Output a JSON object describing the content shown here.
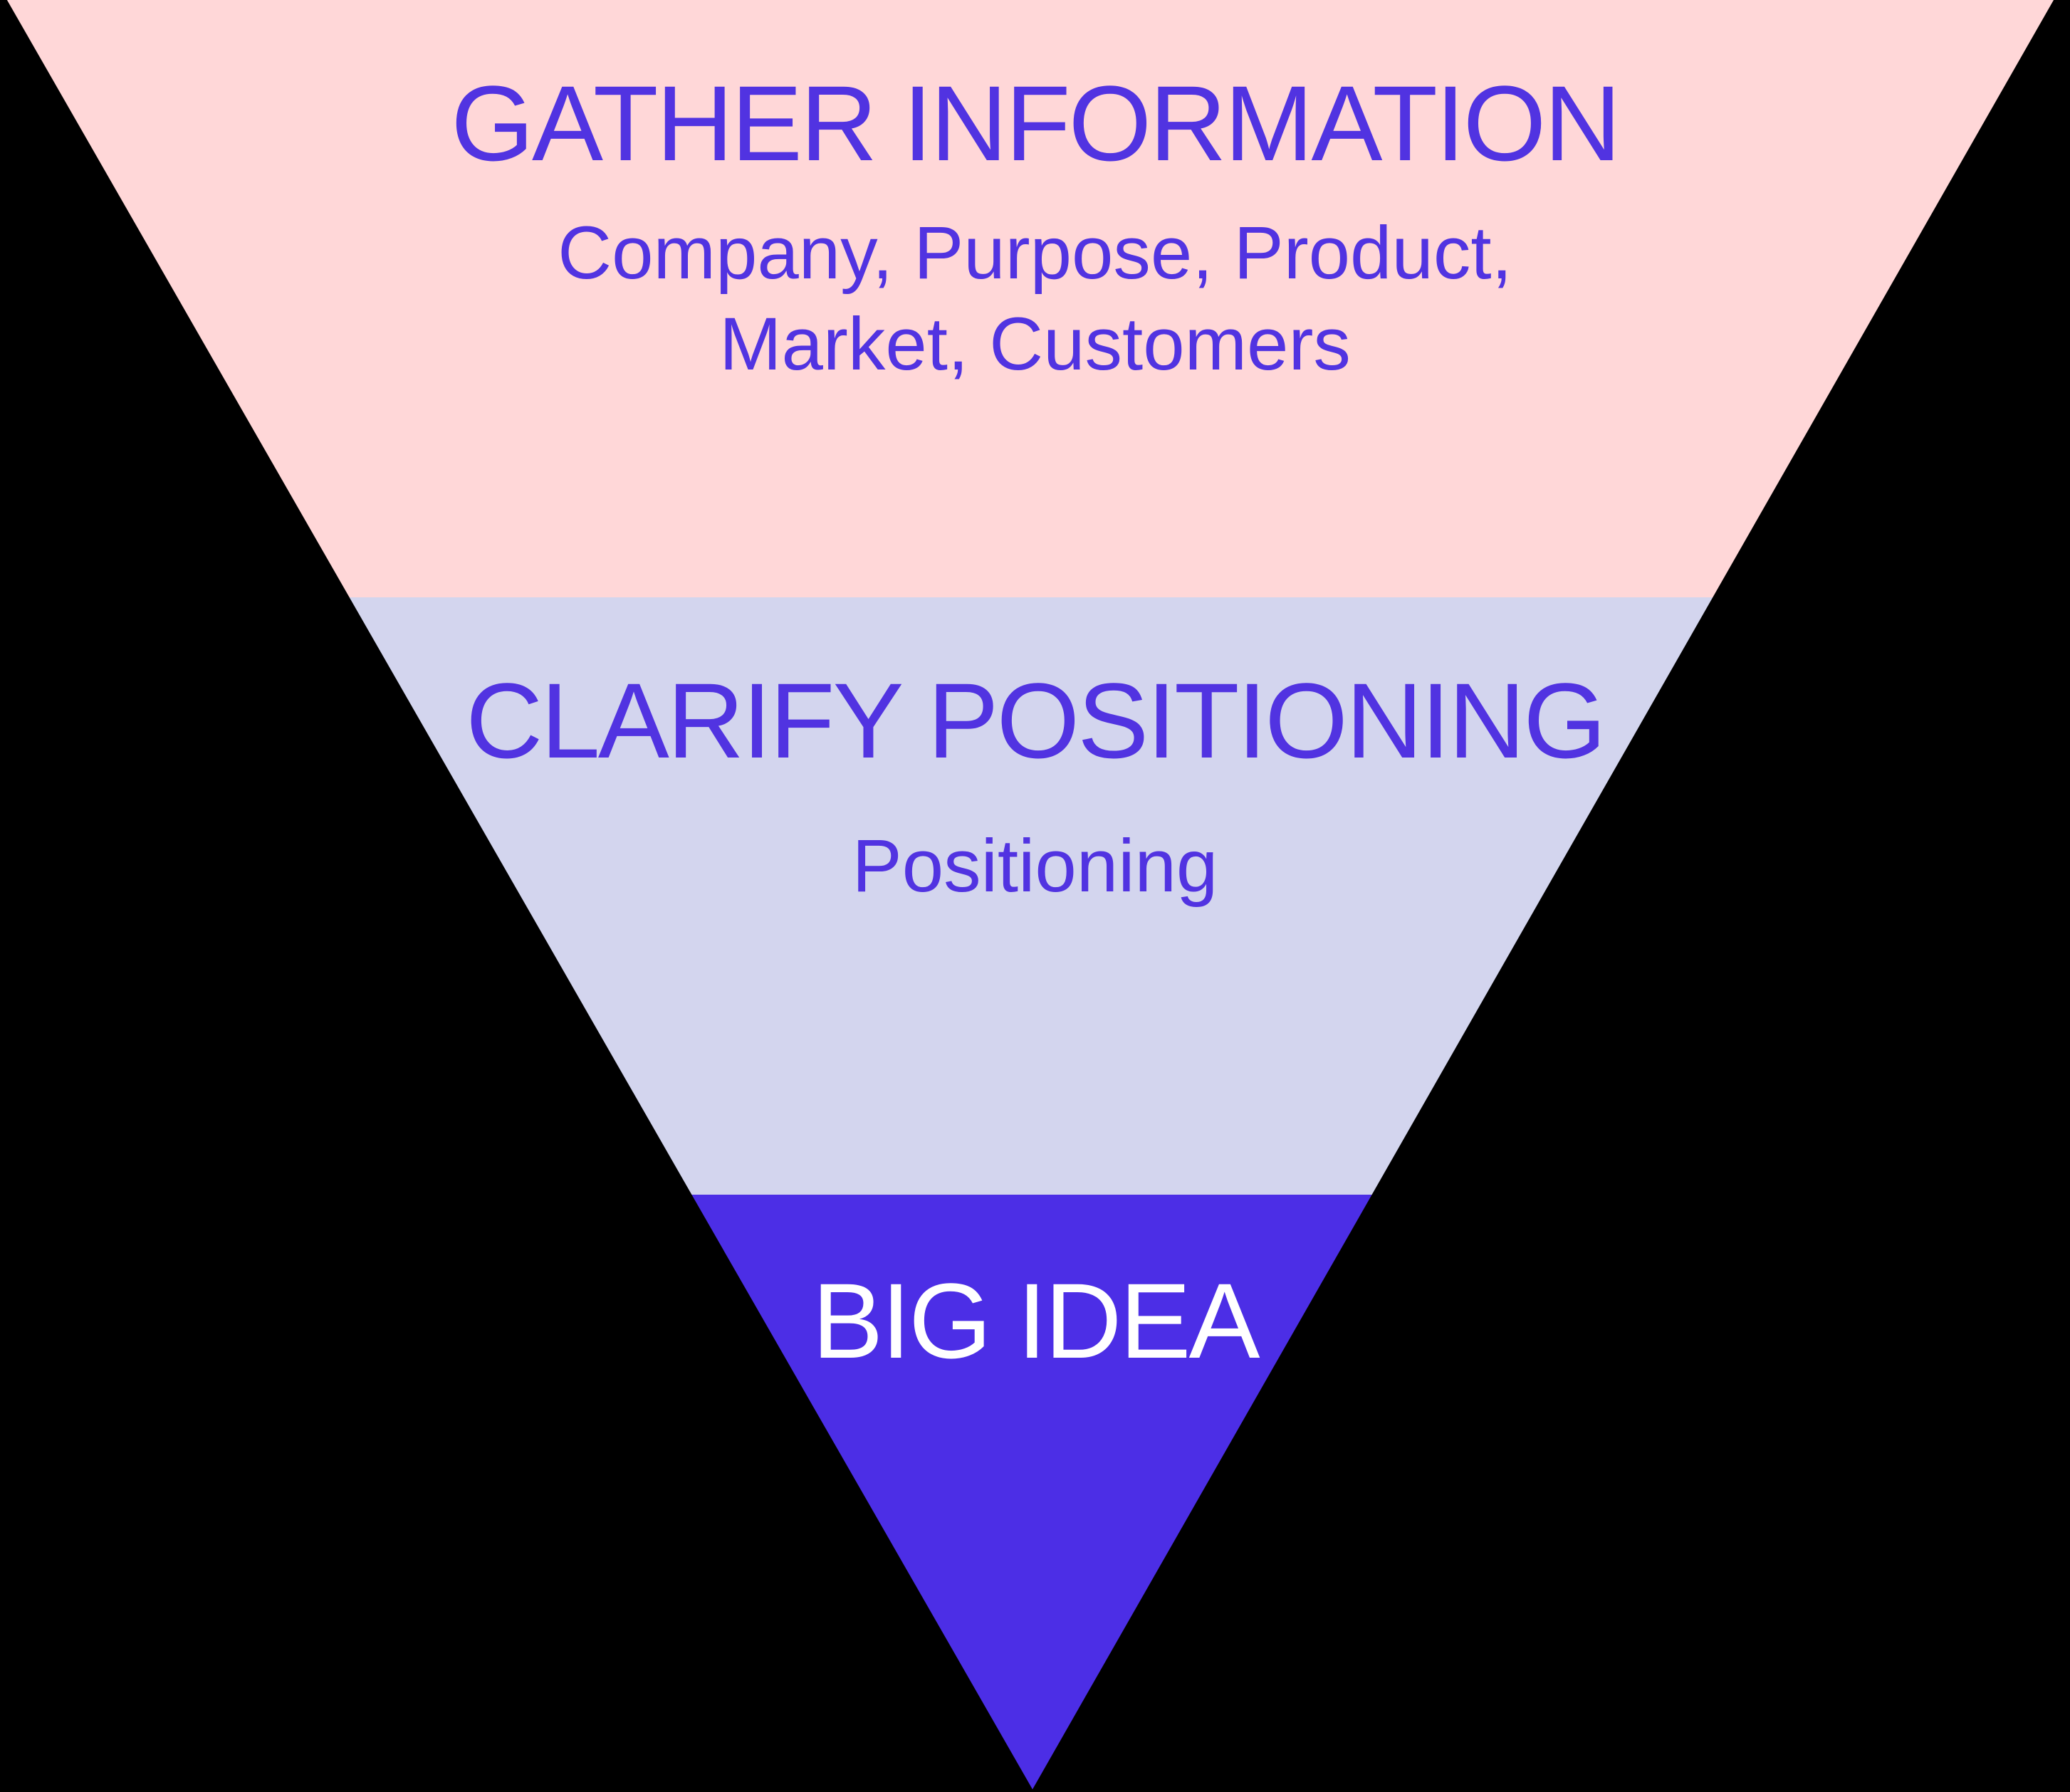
{
  "diagram": {
    "background_color": "#000000",
    "shape": "inverted-pyramid-funnel",
    "funnel": {
      "sections": [
        {
          "id": "gather-information",
          "title": "GATHER INFORMATION",
          "subtitle_line1": "Company, Purpose, Product,",
          "subtitle_line2": "Market, Customers",
          "background_color": "#FFD7D8",
          "text_color": "#5133E1"
        },
        {
          "id": "clarify-positioning",
          "title": "CLARIFY POSITIONING",
          "subtitle_line1": "Positioning",
          "background_color": "#D3D5EE",
          "text_color": "#5133E1"
        },
        {
          "id": "big-idea",
          "title": "BIG IDEA",
          "background_color": "#4C2EE6",
          "text_color": "#FFFFFF"
        }
      ]
    }
  }
}
